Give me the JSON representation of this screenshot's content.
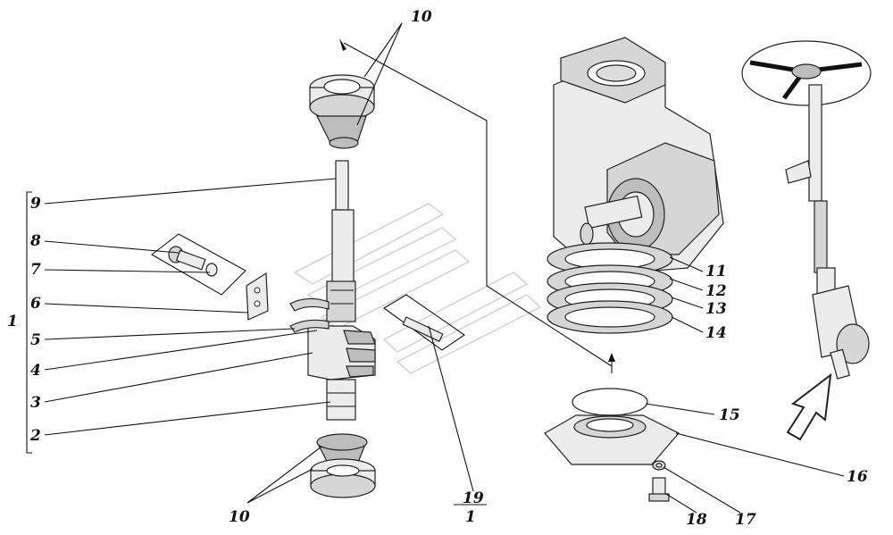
{
  "labels": {
    "10_top": "10",
    "9": "9",
    "8": "8",
    "7": "7",
    "6": "6",
    "1_group": "1",
    "5": "5",
    "4": "4",
    "3": "3",
    "2": "2",
    "10_bottom": "10",
    "19": "19",
    "19_denominator": "1",
    "11": "11",
    "12": "12",
    "13": "13",
    "14": "14",
    "15": "15",
    "16": "16",
    "17": "17",
    "18": "18"
  }
}
